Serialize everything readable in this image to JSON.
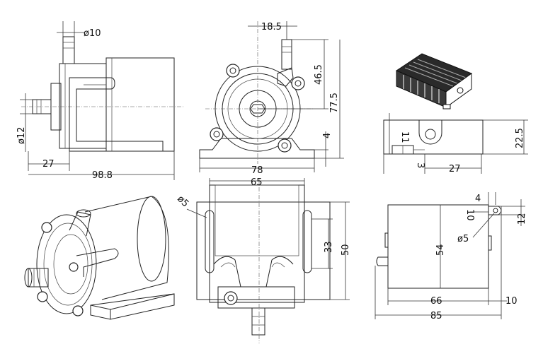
{
  "colors": {
    "line": "#222222",
    "background": "#ffffff",
    "heatsink_dark": "#2a2a2a"
  },
  "pump_side_view": {
    "inlet_dia": "ø10",
    "outlet_dia": "ø12",
    "offset": "27",
    "length": "98.8"
  },
  "pump_front_view": {
    "inlet_offset": "18.5",
    "inlet_height": "46.5",
    "total_height": "77.5",
    "base_height": "4",
    "base_width": "78"
  },
  "bracket_view": {
    "width": "65",
    "hole_dia": "ø5",
    "slot_length": "33",
    "height": "50"
  },
  "controller_side_view": {
    "hole_offset": "11",
    "height": "22.5",
    "base_offset": "3",
    "width": "27"
  },
  "controller_top_view": {
    "tab_width": "4",
    "tab_offset": "10",
    "hole_dia": "ø5",
    "tab_height": "12",
    "body_height": "54",
    "body_width": "66",
    "tab_length": "10",
    "total_width": "85"
  }
}
